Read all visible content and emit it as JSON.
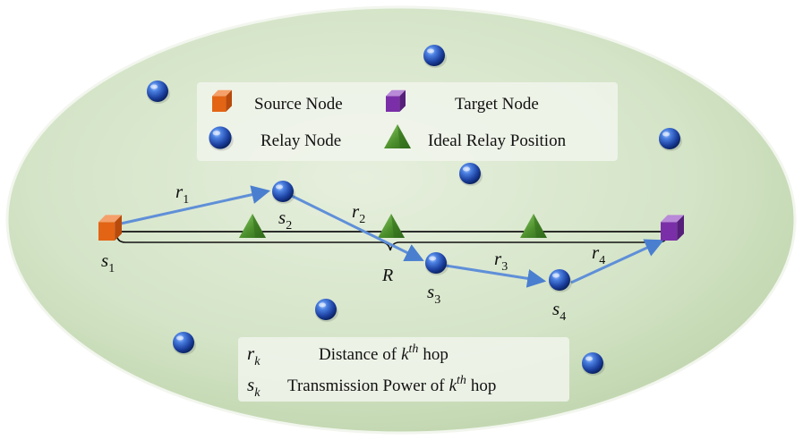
{
  "legend": {
    "source_node": "Source Node",
    "target_node": "Target Node",
    "relay_node": "Relay Node",
    "ideal_relay_position": "Ideal Relay Position"
  },
  "labels": {
    "s": "s",
    "r": "r",
    "R": "R",
    "sub1": "1",
    "sub2": "2",
    "sub3": "3",
    "sub4": "4",
    "k": "k"
  },
  "key": {
    "rk_desc": "Distance of",
    "sk_desc": "Transmission Power of",
    "th": "th",
    "hop": "hop"
  },
  "colors": {
    "background": "#d7e6cc",
    "source": "#e8681c",
    "target": "#7c3ba0",
    "relay": "#1d4fb8",
    "triangle": "#4f8f2f",
    "arrow": "#5f8fd8"
  },
  "icons": {
    "source": "orange-cube-icon",
    "target": "purple-cube-icon",
    "relay": "blue-sphere-icon",
    "ideal": "green-triangle-icon"
  }
}
